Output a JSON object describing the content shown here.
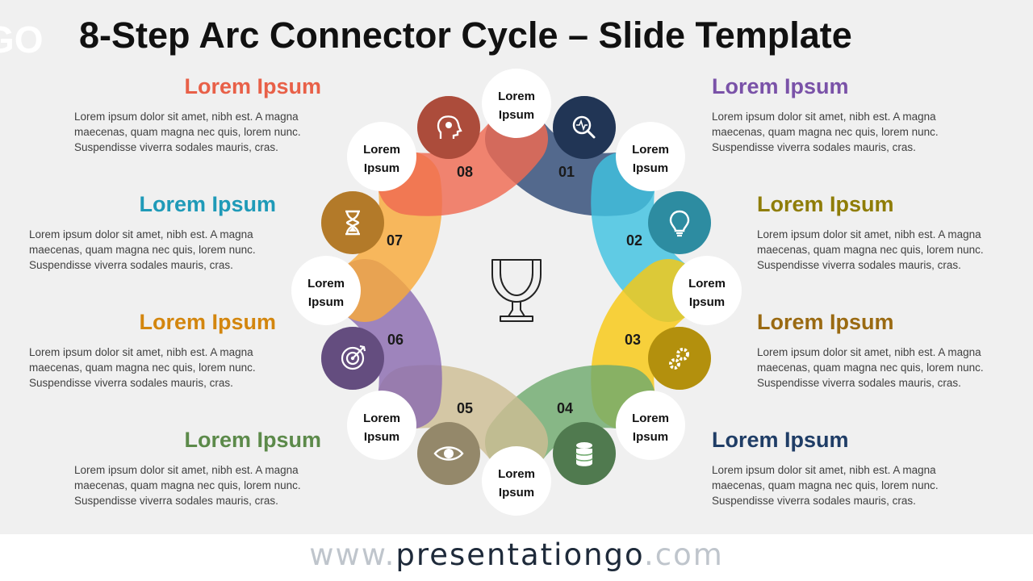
{
  "title": "8-Step Arc Connector Cycle – Slide Template",
  "logo": "GO",
  "footer": {
    "prefix": "www.",
    "brand": "presentationgo",
    "suffix": ".com"
  },
  "center_icon": "trophy-icon",
  "steps": [
    {
      "num": "01",
      "color": "#2f4a76",
      "icon": "magnifier-pulse-icon",
      "label_line1": "Lorem",
      "label_line2": "Ipsum"
    },
    {
      "num": "02",
      "color": "#3fc2e0",
      "icon": "lightbulb-icon",
      "label_line1": "Lorem",
      "label_line2": "Ipsum"
    },
    {
      "num": "03",
      "color": "#f8c812",
      "icon": "gears-icon",
      "label_line1": "Lorem",
      "label_line2": "Ipsum"
    },
    {
      "num": "04",
      "color": "#6fa96e",
      "icon": "database-icon",
      "label_line1": "Lorem",
      "label_line2": "Ipsum"
    },
    {
      "num": "05",
      "color": "#cdbd94",
      "icon": "eye-icon",
      "label_line1": "Lorem",
      "label_line2": "Ipsum"
    },
    {
      "num": "06",
      "color": "#8b6bb0",
      "icon": "target-icon",
      "label_line1": "Lorem",
      "label_line2": "Ipsum"
    },
    {
      "num": "07",
      "color": "#f8a93a",
      "icon": "hourglass-icon",
      "label_line1": "Lorem",
      "label_line2": "Ipsum"
    },
    {
      "num": "08",
      "color": "#ef6a52",
      "icon": "head-idea-icon",
      "label_line1": "Lorem",
      "label_line2": "Ipsum"
    }
  ],
  "text_blocks": [
    {
      "heading": "Lorem Ipsum",
      "color": "#e86048",
      "body": "Lorem ipsum dolor sit amet, nibh est. A magna maecenas, quam magna nec quis, lorem nunc. Suspendisse viverra sodales mauris, cras."
    },
    {
      "heading": "Lorem Ipsum",
      "color": "#1f9ab8",
      "body": "Lorem ipsum dolor sit amet, nibh est. A magna maecenas, quam magna nec quis, lorem nunc. Suspendisse viverra sodales mauris, cras."
    },
    {
      "heading": "Lorem Ipsum",
      "color": "#d3860e",
      "body": "Lorem ipsum dolor sit amet, nibh est. A magna maecenas, quam magna nec quis, lorem nunc. Suspendisse viverra sodales mauris, cras."
    },
    {
      "heading": "Lorem Ipsum",
      "color": "#5c8a4a",
      "body": "Lorem ipsum dolor sit amet, nibh est. A magna maecenas, quam magna nec quis, lorem nunc. Suspendisse viverra sodales mauris, cras."
    },
    {
      "heading": "Lorem Ipsum",
      "color": "#7a52a8",
      "body": "Lorem ipsum dolor sit amet, nibh est. A magna maecenas, quam magna nec quis, lorem nunc. Suspendisse viverra sodales mauris, cras."
    },
    {
      "heading": "Lorem Ipsum",
      "color": "#8f7d08",
      "body": "Lorem ipsum dolor sit amet, nibh est. A magna maecenas, quam magna nec quis, lorem nunc. Suspendisse viverra sodales mauris, cras."
    },
    {
      "heading": "Lorem Ipsum",
      "color": "#9a6a12",
      "body": "Lorem ipsum dolor sit amet, nibh est. A magna maecenas, quam magna nec quis, lorem nunc. Suspendisse viverra sodales mauris, cras."
    },
    {
      "heading": "Lorem Ipsum",
      "color": "#1f3d66",
      "body": "Lorem ipsum dolor sit amet, nibh est. A magna maecenas, quam magna nec quis, lorem nunc. Suspendisse viverra sodales mauris, cras."
    }
  ]
}
